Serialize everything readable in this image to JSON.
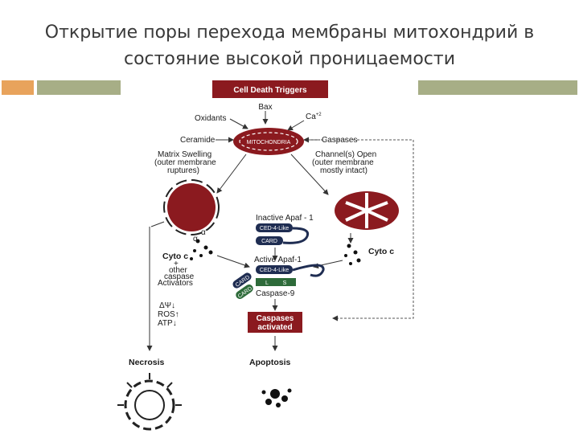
{
  "slide": {
    "title_line1": "Открытие поры перехода мембраны митохондрий в",
    "title_line2": "состояние высокой проницаемости"
  },
  "diagram": {
    "header": "Cell Death Triggers",
    "bax": "Bax",
    "oxidants": "Oxidants",
    "ca": "Ca",
    "ca_sup": "+2",
    "ceramide": "Ceramide",
    "caspases_in": "Caspases",
    "mito": "MITOCHONDRIA",
    "left_branch": [
      "Matrix Swelling",
      "(outer membrane",
      "ruptures)"
    ],
    "right_branch": [
      "Channel(s) Open",
      "(outer membrane",
      "mostly intact)"
    ],
    "inactive_apaf": "Inactive Apaf - 1",
    "ced": "CED-4-Like",
    "card": "CARD",
    "active_apaf": "Active Apaf-1",
    "l_sub": "L",
    "s_sub": "S",
    "caspase9": "Caspase-9",
    "cyto_c_left": [
      "Cyto c",
      "+",
      "other",
      "caspase",
      "Activators"
    ],
    "cyto_c_right": "Cyto c",
    "delta_psi": "ΔΨ↓",
    "ros": "ROS↑",
    "atp": "ATP↓",
    "caspases_activated": [
      "Caspases",
      "activated"
    ],
    "necrosis": "Necrosis",
    "apoptosis": "Apoptosis"
  },
  "colors": {
    "accent_orange": "#e8a35c",
    "accent_gray": "#a7ae86",
    "dark_red": "#8b1a1f",
    "green": "#2e6b3a",
    "navy": "#1f2d52"
  }
}
